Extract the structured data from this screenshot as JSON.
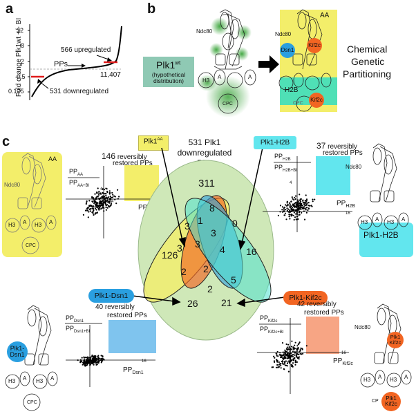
{
  "panel_a": {
    "letter": "a",
    "ylabel": "Fold change Plk1wt +/- BI",
    "yticks": [
      "32",
      "8",
      "2",
      "0.5",
      "0.125"
    ],
    "ann_up": "566 upregulated",
    "ann_pps": "PPs",
    "ann_total": "11,407",
    "ann_down": "531 downregulated"
  },
  "panel_b": {
    "letter": "b",
    "ndc80_label": "Ndc80",
    "ndc80_label2": "Ndc80",
    "plk1wt_label": "Plk1",
    "plk1wt_sup": "wt",
    "hypothetical": "(hypothetical\ndistribution)",
    "h3_label": "H3",
    "a_label": "A",
    "cpc_label": "CPC",
    "aa_label": "AA",
    "dsn1_label": "Dsn1",
    "kif2c_label": "Kif2c",
    "h2b_label": "H2B",
    "kif2c_label2": "Kif2c",
    "cpc_label2": "CPC",
    "chem_line1": "Chemical",
    "chem_line2": "Genetic",
    "chem_line3": "Partitioning"
  },
  "panel_c": {
    "letter": "c",
    "center_title_l1": "531 Plk1",
    "center_title_l2": "downregulated",
    "center_title_l3": "PPs",
    "venn_numbers": [
      "311",
      "8",
      "1",
      "3",
      "0",
      "3",
      "3",
      "3",
      "4",
      "126",
      "2",
      "16",
      "2",
      "5",
      "26",
      "2",
      "21"
    ],
    "tag_aa": "Plk1",
    "tag_aa_sup": "AA",
    "tag_h2b": "Plk1-H2B",
    "tag_dsn1": "Plk1-Dsn1",
    "tag_kif2c": "Plk1-Kif2c",
    "aa_restored_n": "146",
    "aa_restored_txt": "reversibly",
    "aa_restored_txt2": "restored PPs",
    "h2b_restored_n": "37",
    "h2b_restored_txt": "reversibly",
    "h2b_restored_txt2": "restored PPs",
    "dsn1_restored": "40 reversibly",
    "dsn1_restored2": "restored PPs",
    "kif2c_restored": "42 reversibly",
    "kif2c_restored2": "restored PPs",
    "aa_ratio_num": "PP",
    "aa_ratio_num_sub": "AA",
    "aa_ratio_den": "PP",
    "aa_ratio_den_sub": "AA+BI",
    "aa_x": "PP",
    "aa_x_sub": "AA",
    "h2b_ratio_num": "PP",
    "h2b_ratio_num_sub": "H2B",
    "h2b_ratio_den": "PP",
    "h2b_ratio_den_sub": "H2B+BI",
    "h2b_x": "PP",
    "h2b_x_sub": "H2B",
    "dsn1_ratio_num": "PP",
    "dsn1_ratio_num_sub": "Dsn1",
    "dsn1_ratio_den": "PP",
    "dsn1_ratio_den_sub": "Dsn1+BI",
    "dsn1_x": "PP",
    "dsn1_x_sub": "Dsn1",
    "kif2c_ratio_num": "PP",
    "kif2c_ratio_num_sub": "Kif2c",
    "kif2c_ratio_den": "PP",
    "kif2c_ratio_den_sub": "Kif2c+BI",
    "kif2c_x": "PP",
    "kif2c_x_sub": "Kif2c",
    "tick_16": "16",
    "tick_4": "4",
    "aa_box_label": "AA",
    "ndc80": "Ndc80",
    "h3": "H3",
    "a": "A",
    "cpc": "CPC",
    "plk1_h2b_label": "Plk1-H2B",
    "plk1_dsn1_l1": "Plk1-",
    "plk1_dsn1_l2": "Dsn1",
    "plk1_kif2c_l1": "Plk1",
    "plk1_kif2c_l2": "Kif2c",
    "plk1_kif2c2_l1": "Plk1",
    "plk1_kif2c2_l2": "Kif2c",
    "cp_label": "CP"
  },
  "colors": {
    "yellow": "#f3ee6a",
    "cyan": "#62e6ee",
    "orange": "#f26522",
    "blue": "#2a9fe0",
    "green_ellipse": "#cfe8b8",
    "teal_box": "#8fc9b4",
    "red_marker": "#e01b1b"
  }
}
